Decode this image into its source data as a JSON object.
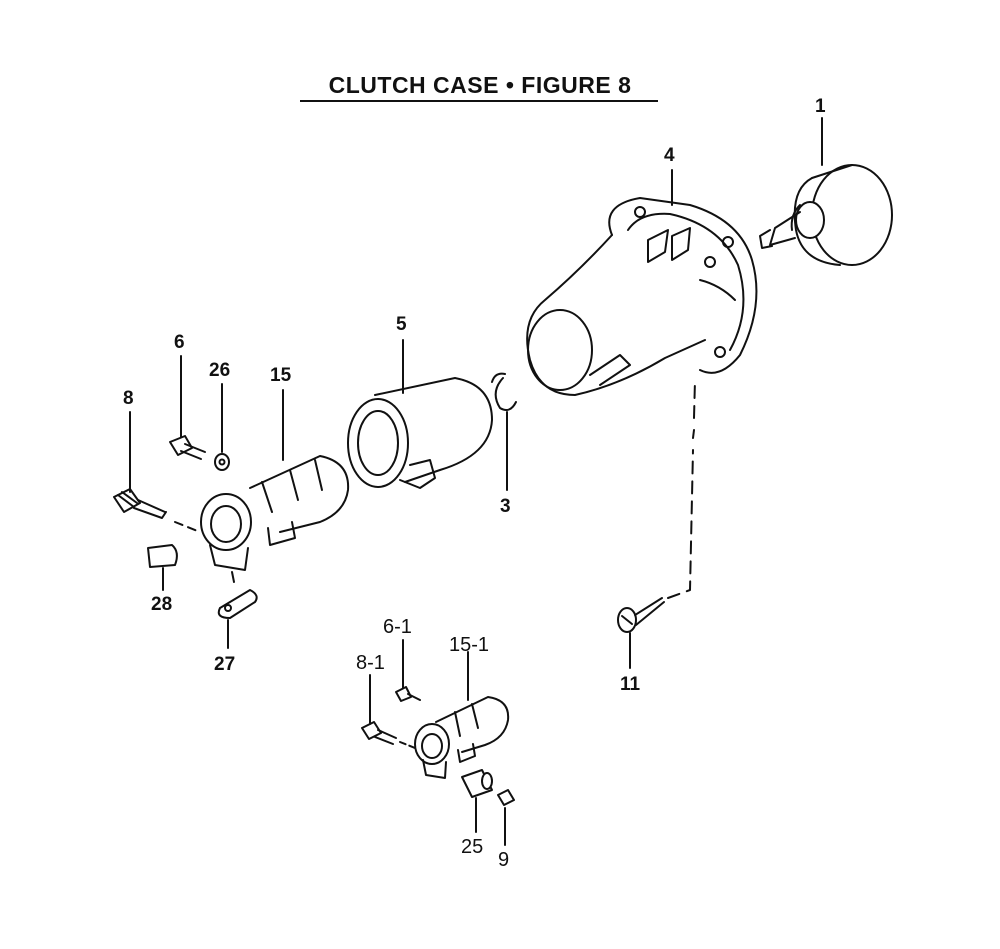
{
  "title": "CLUTCH CASE  •  FIGURE 8",
  "parts": [
    {
      "id": "p1",
      "label": "1"
    },
    {
      "id": "p4",
      "label": "4"
    },
    {
      "id": "p5",
      "label": "5"
    },
    {
      "id": "p3",
      "label": "3"
    },
    {
      "id": "p6",
      "label": "6"
    },
    {
      "id": "p26",
      "label": "26"
    },
    {
      "id": "p15",
      "label": "15"
    },
    {
      "id": "p8",
      "label": "8"
    },
    {
      "id": "p28",
      "label": "28"
    },
    {
      "id": "p27",
      "label": "27"
    },
    {
      "id": "p11",
      "label": "11"
    },
    {
      "id": "p6_1",
      "label": "6-1"
    },
    {
      "id": "p15_1",
      "label": "15-1"
    },
    {
      "id": "p8_1",
      "label": "8-1"
    },
    {
      "id": "p25",
      "label": "25"
    },
    {
      "id": "p9",
      "label": "9"
    }
  ]
}
